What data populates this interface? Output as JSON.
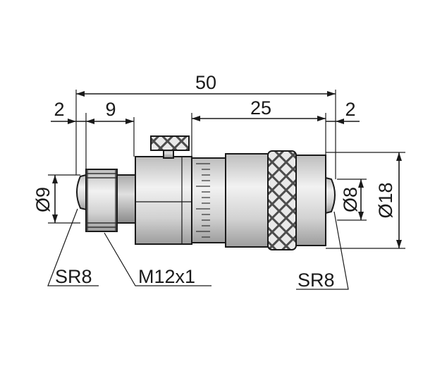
{
  "dimensions": {
    "overall_length": "50",
    "left_tip": "2",
    "thread_length": "9",
    "thimble_length": "25",
    "right_tip": "2",
    "left_tip_diameter": "Ø9",
    "right_tip_diameter": "Ø8",
    "thimble_diameter": "Ø18"
  },
  "callouts": {
    "left_radius": "SR8",
    "thread_spec": "M12x1",
    "right_radius": "SR8"
  },
  "colors": {
    "line": "#1a1a1a",
    "body_light": "#e4e4e4",
    "body_mid": "#c9c9c9",
    "knurl_dark": "#5a5a5a"
  }
}
